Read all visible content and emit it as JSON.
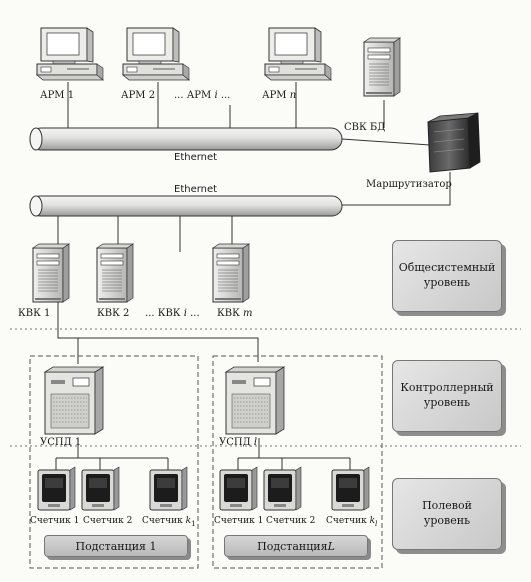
{
  "labels": {
    "arm1": "АРМ 1",
    "arm2": "АРМ 2",
    "armi_prefix": "... АРМ ",
    "armi_var": "i",
    "armi_suffix": " ...",
    "armn_prefix": "АРМ ",
    "armn_var": "n",
    "svkbd": "СВК БД",
    "ethernet_top": "Ethernet",
    "router": "Маршрутизатор",
    "ethernet_mid": "Ethernet",
    "kvk1": "КВК 1",
    "kvk2": "КВК 2",
    "kvki_prefix": "... КВК ",
    "kvki_var": "i",
    "kvki_suffix": " ...",
    "kvkm_prefix": "КВК ",
    "kvkm_var": "m",
    "uspd1": "УСПД 1",
    "uspdl_prefix": "УСПД ",
    "uspdl_var": "l",
    "m1_1": "Счетчик 1",
    "m1_2": "Счетчик 2",
    "m1_k_prefix": "Счетчик ",
    "m1_k_var": "k",
    "m1_k_sub": "1",
    "m2_1": "Счетчик 1",
    "m2_2": "Счетчик 2",
    "m2_k_prefix": "Счетчик ",
    "m2_k_var": "k",
    "m2_k_sub": "l",
    "sub1": "Подстанция 1",
    "sub2_prefix": "Подстанция ",
    "sub2_var": "L"
  },
  "levels": {
    "system_l1": "Общесистемный",
    "system_l2": "уровень",
    "controller_l1": "Контроллерный",
    "controller_l2": "уровень",
    "field_l1": "Полевой",
    "field_l2": "уровень"
  },
  "icons": [
    "workstation-icon",
    "server-tower-icon",
    "router-icon",
    "controller-icon",
    "meter-icon"
  ]
}
